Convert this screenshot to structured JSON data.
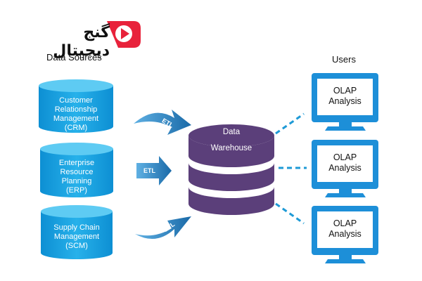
{
  "logo": {
    "text": "گنج دیجیتال",
    "accent": "#e8223b"
  },
  "headers": {
    "sources": "Data Sources",
    "users": "Users"
  },
  "sources": [
    {
      "label": "Customer\nRelationship\nManagement\n(CRM)"
    },
    {
      "label": "Enterprise\nResource\nPlanning\n(ERP)"
    },
    {
      "label": "Supply Chain\nManagement\n(SCM)"
    }
  ],
  "etl": {
    "label": "ETL"
  },
  "warehouse": {
    "line1": "Data",
    "line2": "Warehouse"
  },
  "users": [
    {
      "label": "OLAP\nAnalysis"
    },
    {
      "label": "OLAP\nAnalysis"
    },
    {
      "label": "OLAP\nAnalysis"
    }
  ],
  "colors": {
    "cylinder": "#1fa7e2",
    "cylinder_dark": "#0b86c7",
    "arrow": "#1e78b5",
    "warehouse": "#5b3f7a",
    "monitor": "#1d8fd8",
    "dashes": "#1e9ad6"
  }
}
